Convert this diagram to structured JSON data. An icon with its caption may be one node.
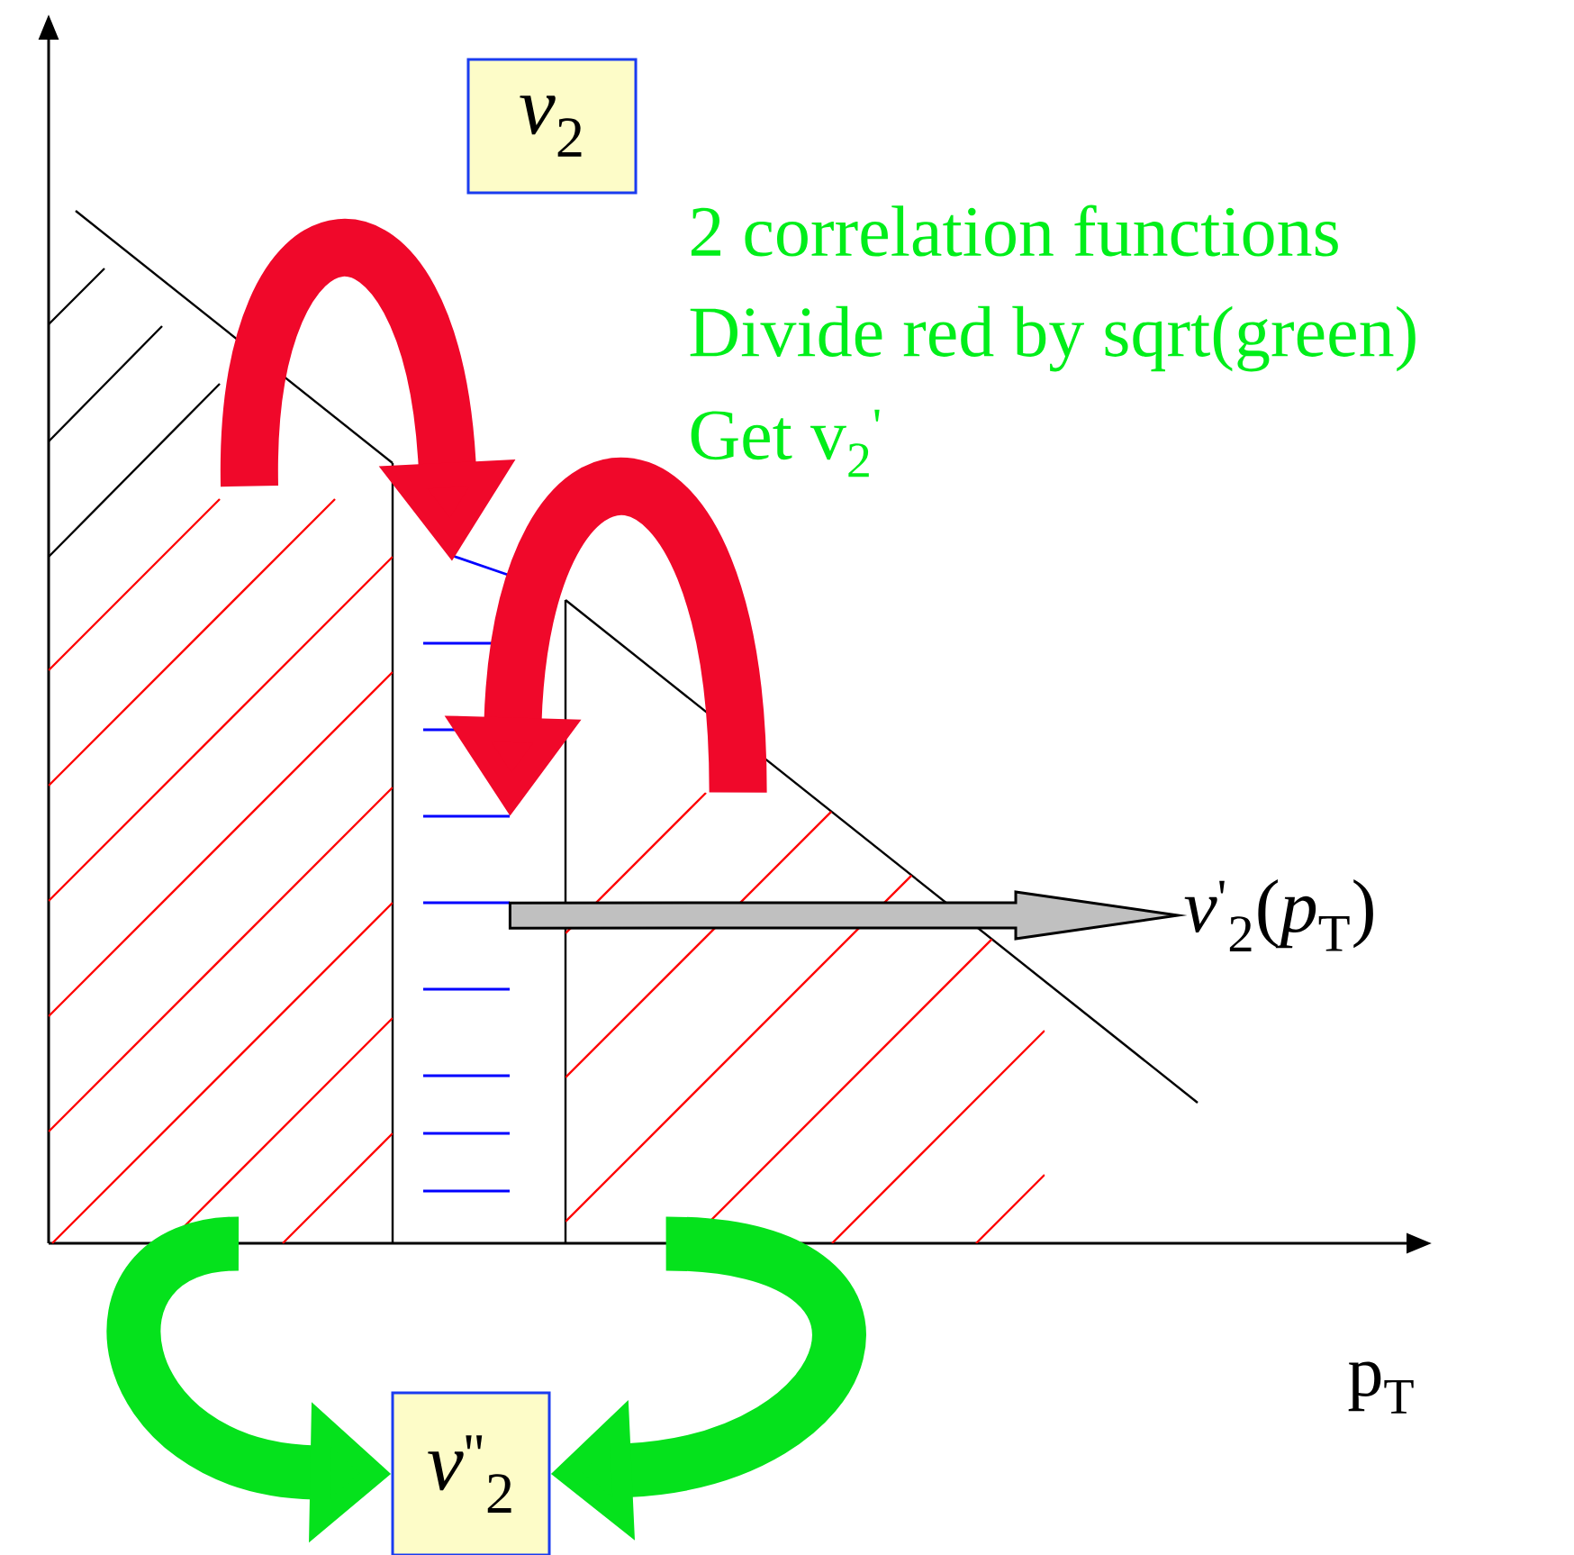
{
  "diagram": {
    "nodes": [
      {
        "text": [
          "*v*$_{2}$"
        ]
      },
      {
        "text": [],
        "shape": "box"
      },
      {
        "text": [],
        "shape": "box"
      },
      {
        "text": [],
        "shape": "box"
      },
      {
        "text": [
          "*v*$^{'}$$_{2}$(*p*$_{T}$)"
        ]
      },
      {
        "text": [
          "*v*$^{''}$$_{2}$"
        ]
      }
    ],
    "edges": [
      {
        "from": 1,
        "to": 2,
        "arrow": "to",
        "color": "#f0082a"
      },
      {
        "from": 3,
        "to": 2,
        "arrow": "to",
        "color": "#f0082a"
      },
      {
        "from": 1,
        "to": 5,
        "arrow": "to",
        "color": "#05e21c"
      },
      {
        "from": 3,
        "to": 5,
        "arrow": "to",
        "color": "#05e21c"
      },
      {
        "from": 2,
        "to": 4,
        "arrow": "to",
        "color": "#c0c0c0"
      }
    ],
    "labels": [
      "2 correlation functions",
      "Divide red by sqrt(green)",
      "Get v$_{2}$$^{'}$",
      "p$_{T}$"
    ]
  }
}
